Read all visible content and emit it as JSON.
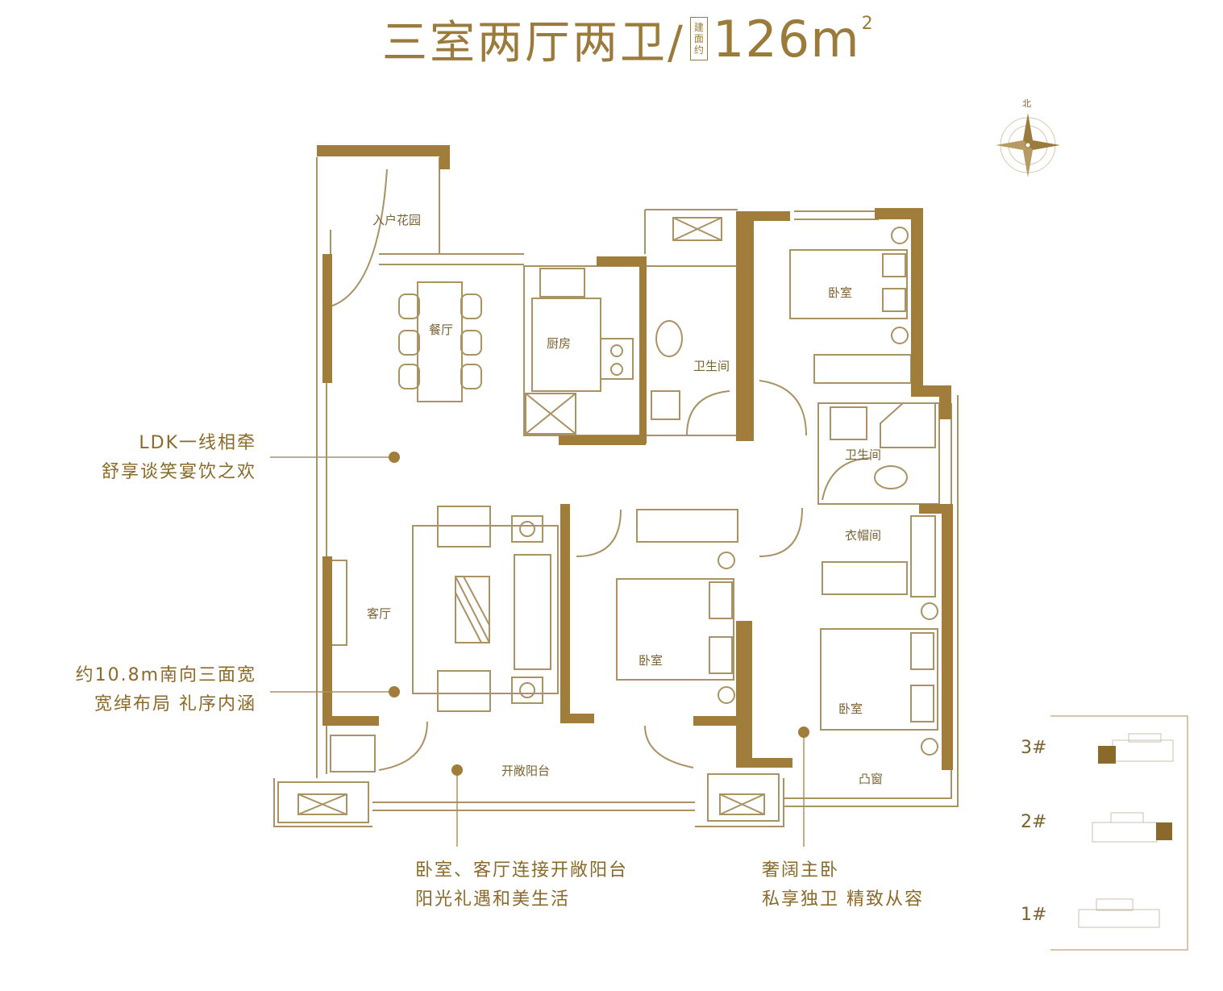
{
  "title": {
    "layout": "三室两厅两卫/",
    "badge": [
      "建",
      "面",
      "约"
    ],
    "area": "126m",
    "area_sup": "2"
  },
  "compass": {
    "north_label": "北"
  },
  "rooms": {
    "entry_garden": "入户花园",
    "dining": "餐厅",
    "kitchen": "厨房",
    "bath1": "卫生间",
    "bedroom_ne": "卧室",
    "bath2": "卫生间",
    "cloakroom": "衣帽间",
    "living": "客厅",
    "bedroom_mid": "卧室",
    "bedroom_master": "卧室",
    "balcony": "开敞阳台",
    "bay_window": "凸窗"
  },
  "callouts": {
    "ldk": [
      "LDK一线相牵",
      "舒享谈笑宴饮之欢"
    ],
    "south": [
      "约10.8m南向三面宽",
      "宽绰布局 礼序内涵"
    ],
    "balcony": [
      "卧室、客厅连接开敞阳台",
      "阳光礼遇和美生活"
    ],
    "master": [
      "奢阔主卧",
      "私享独卫 精致从容"
    ]
  },
  "building_keys": [
    "3#",
    "2#",
    "1#"
  ],
  "colors": {
    "wall": "#a07d3a",
    "line": "#a99263",
    "text": "#8a6a2a"
  }
}
